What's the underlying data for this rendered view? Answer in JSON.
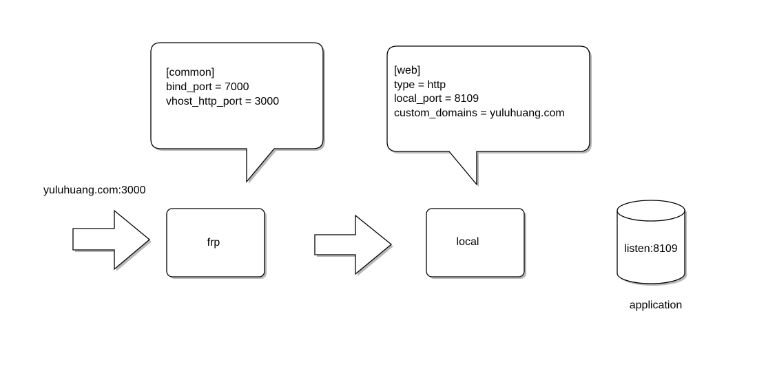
{
  "callout_common": {
    "lines": [
      "[common]",
      "bind_port = 7000",
      "vhost_http_port = 3000"
    ]
  },
  "callout_web": {
    "lines": [
      "[web]",
      "type = http",
      "local_port = 8109",
      "custom_domains = yuluhuang.com"
    ]
  },
  "incoming_label": "yuluhuang.com:3000",
  "frp_box": {
    "label": "frp"
  },
  "local_box": {
    "label": "local"
  },
  "application": {
    "cylinder_label": "listen:8109",
    "caption": "application"
  }
}
